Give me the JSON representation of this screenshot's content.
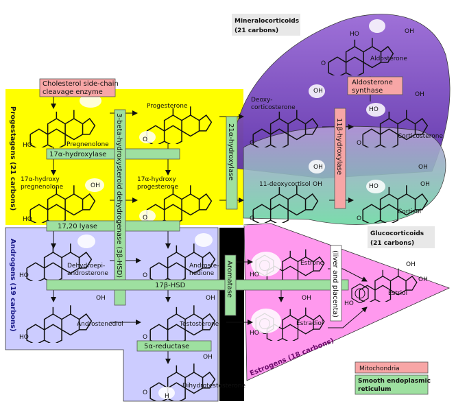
{
  "groups": {
    "progestagens": "Progestagens (21 carbons)",
    "androgens": "Androgens (19 carbons)",
    "estrogens": "Estrogens (18 carbons)",
    "mineralocorticoids": "Mineralocorticoids",
    "mineralocorticoids_carbons": "(21 carbons)",
    "glucocorticoids": "Glucocorticoids",
    "glucocorticoids_carbons": "(21 carbons)"
  },
  "molecules": {
    "pregnenolone": "Pregnenolone",
    "progesterone": "Progesterone",
    "deoxycorticosterone_1": "Deoxy-",
    "deoxycorticosterone_2": "corticosterone",
    "corticosterone": "Corticosterone",
    "aldosterone": "Aldosterone",
    "hydroxypregnenolone_1": "17α-hydroxy",
    "hydroxypregnenolone_2": "pregnenolone",
    "hydroxyprogesterone_1": "17α-hydroxy",
    "hydroxyprogesterone_2": "progesterone",
    "deoxycortisol": "11-deoxycortisol",
    "cortisol": "Cortisol",
    "dhea_1": "Dehydroepi-",
    "dhea_2": "androsterone",
    "androstenedione_1": "Androste-",
    "androstenedione_2": "nedione",
    "estrone": "Estrone",
    "estriol": "Estriol",
    "androstenediol": "Androstenediol",
    "testosterone": "Testosterone",
    "estradiol": "Estradiol",
    "dihydrotestosterone": "Dihydrotestosterone"
  },
  "enzymes": {
    "side_chain_1": "Cholesterol side-chain",
    "side_chain_2": "cleavage enzyme",
    "hydroxylase_17a": "17α-hydroxylase",
    "lyase_17_20": "17,20 lyase",
    "hsd_3b": "3-beta-hydroxysteroid dehydrogenase (3β-HSD)",
    "hydroxylase_21a": "21α-hydroxylase",
    "hydroxylase_11b": "11β-hydroxylase",
    "aldosterone_synthase_1": "Aldosterone",
    "aldosterone_synthase_2": "synthase",
    "hsd_17b": "17β-HSD",
    "aromatase": "Aromatase",
    "reductase_5a": "5α-reductase",
    "liver_placenta": "(liver and placenta)"
  },
  "atoms": {
    "hydroxyl": "OH",
    "ho": "HO",
    "o": "O",
    "h": "H"
  },
  "legend": {
    "mitochondria": "Mitochondria",
    "er_1": "Smooth endoplasmic",
    "er_2": "reticulum"
  },
  "colors": {
    "mitochondria": "#f7a6a6",
    "smooth_er": "#9ee0a0",
    "progestagens_region": "#ffff00",
    "androgens_region": "#ccccff",
    "estrogens_region": "#ff99ee",
    "mineralocorticoid_region": "#7a44c4",
    "glucocorticoid_region": "#7fd8a6"
  }
}
